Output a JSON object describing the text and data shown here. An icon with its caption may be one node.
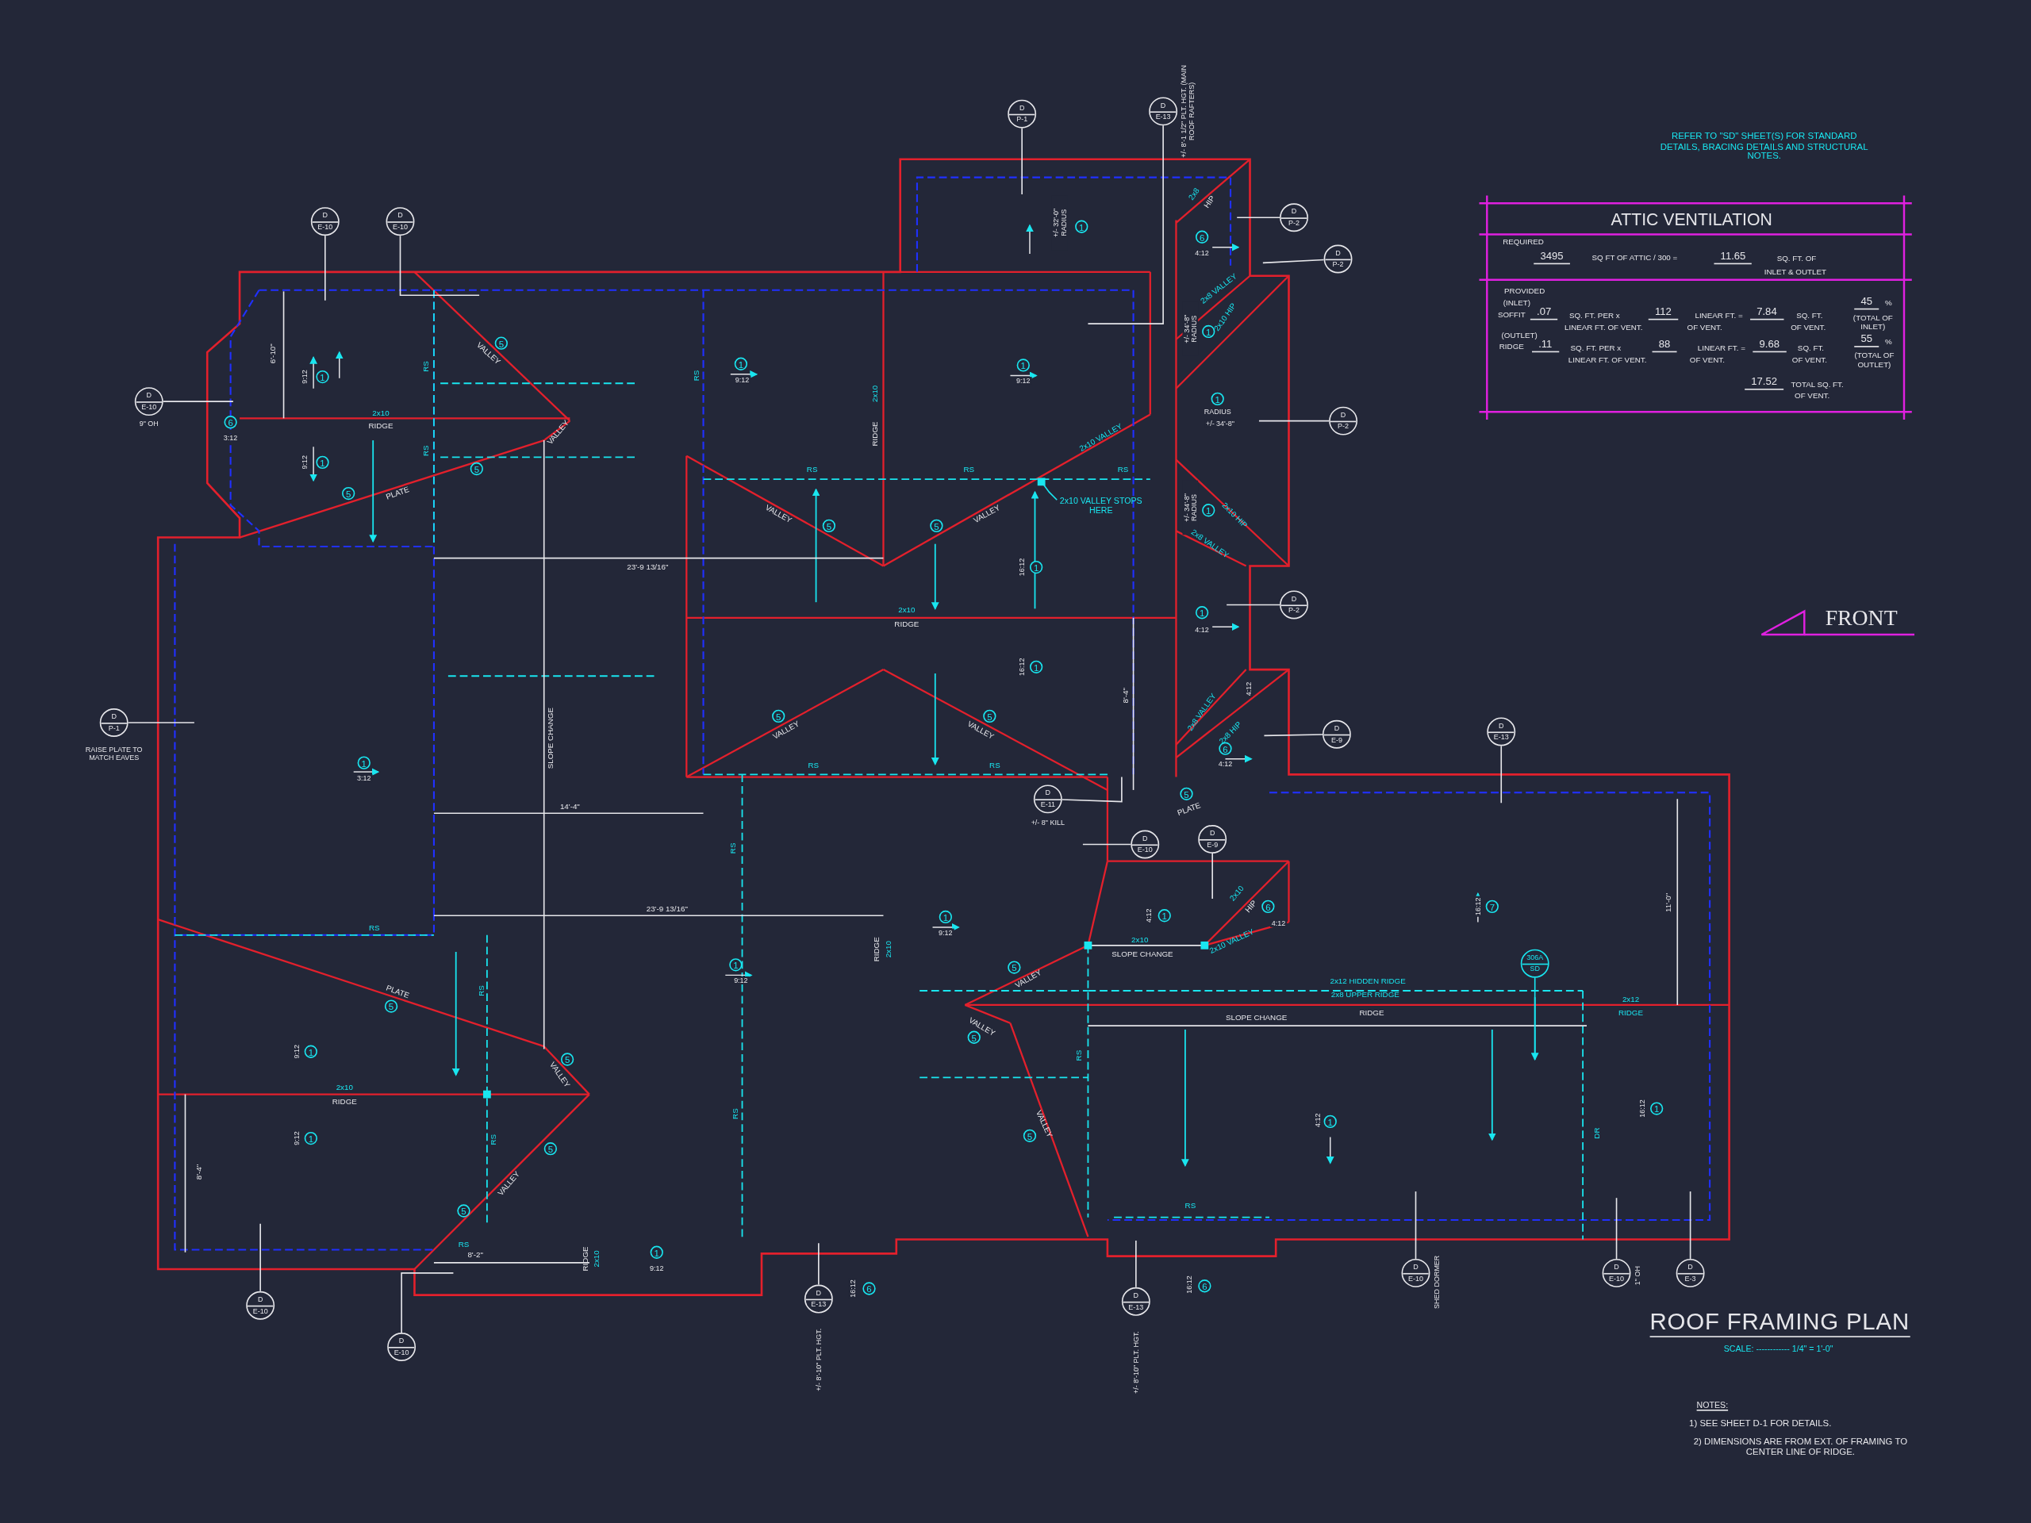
{
  "diagram": {
    "title": "ROOF FRAMING PLAN",
    "nodes": [
      {
        "text": [
          "D",
          "E-10"
        ]
      },
      {
        "text": [
          "D",
          "E-10"
        ]
      },
      {
        "text": [
          "D",
          "E-10"
        ],
        "beside": [
          "9\" OH"
        ]
      },
      {
        "text": [
          "D",
          "P-1"
        ],
        "beside": [
          "RAISE PLATE TO MATCH EAVES"
        ]
      },
      {
        "text": [
          "D",
          "P-1"
        ]
      },
      {
        "text": [
          "D",
          "E-13"
        ],
        "beside": [
          "+/- 8'-1 1/2\" PLT. HGT. (MAIN ROOF RAFTERS)"
        ]
      },
      {
        "text": [
          "D",
          "P-2"
        ]
      },
      {
        "text": [
          "D",
          "P-2"
        ]
      },
      {
        "text": [
          "D",
          "P-2"
        ]
      },
      {
        "text": [
          "D",
          "P-2"
        ]
      },
      {
        "text": [
          "D",
          "E-9"
        ]
      },
      {
        "text": [
          "D",
          "E-11"
        ],
        "beside": [
          "+/- 8\" KILL"
        ]
      },
      {
        "text": [
          "D",
          "E-10"
        ]
      },
      {
        "text": [
          "D",
          "E-9"
        ]
      },
      {
        "text": [
          "D",
          "E-13"
        ]
      },
      {
        "text": [
          "306A",
          "SD"
        ]
      },
      {
        "text": [
          "D",
          "E-10"
        ]
      },
      {
        "text": [
          "D",
          "E-10"
        ]
      },
      {
        "text": [
          "D",
          "E-13"
        ],
        "beside": [
          "+/- 8'-10\" PLT. HGT."
        ]
      },
      {
        "text": [
          "D",
          "E-13"
        ],
        "beside": [
          "+/- 8'-10\" PLT. HGT."
        ]
      },
      {
        "text": [
          "D",
          "E-10"
        ],
        "beside": [
          "SHED DORMER"
        ]
      },
      {
        "text": [
          "D",
          "E-10"
        ],
        "beside": [
          "1\" OH"
        ]
      },
      {
        "text": [
          "D",
          "E-3"
        ]
      },
      {
        "text": [
          "2x10 VALLEY STOPS HERE"
        ]
      }
    ],
    "edges": [
      {
        "from": 0,
        "to": null,
        "arrow": "none"
      },
      {
        "from": 1,
        "to": null,
        "arrow": "none"
      },
      {
        "from": 2,
        "to": null,
        "arrow": "none"
      },
      {
        "from": 3,
        "to": null,
        "arrow": "none"
      },
      {
        "from": 4,
        "to": null,
        "arrow": "none"
      },
      {
        "from": 5,
        "to": null,
        "arrow": "none"
      },
      {
        "from": 6,
        "to": null,
        "arrow": "none"
      },
      {
        "from": 7,
        "to": null,
        "arrow": "none"
      },
      {
        "from": 8,
        "to": null,
        "arrow": "none"
      },
      {
        "from": 9,
        "to": null,
        "arrow": "none"
      },
      {
        "from": 10,
        "to": null,
        "arrow": "none"
      },
      {
        "from": 11,
        "to": null,
        "arrow": "none"
      },
      {
        "from": 12,
        "to": null,
        "arrow": "none"
      },
      {
        "from": 13,
        "to": null,
        "arrow": "none"
      },
      {
        "from": 14,
        "to": null,
        "arrow": "none"
      },
      {
        "from": 15,
        "to": null,
        "arrow": "none",
        "color": "#19e6f0"
      },
      {
        "from": 16,
        "to": null,
        "arrow": "none"
      },
      {
        "from": 17,
        "to": null,
        "arrow": "none"
      },
      {
        "from": 18,
        "to": null,
        "arrow": "none"
      },
      {
        "from": 19,
        "to": null,
        "arrow": "none"
      },
      {
        "from": 20,
        "to": null,
        "arrow": "none"
      },
      {
        "from": 21,
        "to": null,
        "arrow": "none"
      },
      {
        "from": 22,
        "to": null,
        "arrow": "none"
      },
      {
        "from": 23,
        "to": null,
        "arrow": "other",
        "color": "#19e6f0"
      }
    ],
    "labels": [
      "REFER TO \"SD\" SHEET(S) FOR STANDARD DETAILS, BRACING DETAILS AND STRUCTURAL NOTES.",
      "ATTIC VENTILATION",
      "REQUIRED",
      "3495",
      "SQ FT OF ATTIC / 300 =",
      "11.65",
      "SQ. FT. OF",
      "INLET & OUTLET",
      "PROVIDED",
      "(INLET)",
      "SOFFIT",
      ".07",
      "SQ. FT. PER x",
      "LINEAR FT. OF VENT.",
      "112",
      "LINEAR FT. =",
      "OF VENT.",
      "7.84",
      "SQ. FT.",
      "OF VENT.",
      "45",
      "%",
      "(TOTAL OF INLET)",
      "(OUTLET)",
      "RIDGE",
      ".11",
      "SQ. FT. PER x",
      "LINEAR FT. OF VENT.",
      "88",
      "LINEAR FT. =",
      "OF VENT.",
      "9.68",
      "SQ. FT.",
      "OF VENT.",
      "55",
      "%",
      "(TOTAL OF OUTLET)",
      "17.52",
      "TOTAL SQ. FT.",
      "OF VENT.",
      "FRONT",
      "6'-10\"",
      "9:12",
      "1",
      "2x10",
      "RIDGE",
      "9:12",
      "1",
      "6",
      "3:12",
      "5",
      "PLATE",
      "5",
      "VALLEY",
      "5",
      "VALLEY",
      "RS",
      "RS",
      "RS",
      "1",
      "9:12",
      "RIDGE",
      "2x10",
      "1",
      "9:12",
      "+/- 32'-0\" RADIUS",
      "1",
      "2x8",
      "HIP",
      "6",
      "4:12",
      "2x8 VALLEY",
      "2x10 HIP",
      "+/- 34'-8\" RADIUS",
      "1",
      "1",
      "RADIUS",
      "+/- 34'-8\"",
      "+/- 34'-8\" RADIUS",
      "1",
      "2x10 HIP",
      "2x8 VALLEY",
      "1",
      "4:12",
      "4:12",
      "2x8 VALLEY",
      "2x8 HIP",
      "6",
      "4:12",
      "RS",
      "RS",
      "2x10 VALLEY",
      "RS",
      "VALLEY",
      "5",
      "5",
      "VALLEY",
      "16:12",
      "1",
      "23'-9 13/16\"",
      "2x10",
      "RIDGE",
      "16:12",
      "1",
      "8'-4\"",
      "5",
      "VALLEY",
      "5",
      "VALLEY",
      "RS",
      "RS",
      "SLOPE CHANGE",
      "1",
      "3:12",
      "5",
      "PLATE",
      "14'-4\"",
      "RS",
      "23'-9 13/16\"",
      "RIDGE",
      "2x10",
      "1",
      "9:12",
      "RS",
      "1",
      "9:12",
      "4:12",
      "1",
      "2x10",
      "HIP",
      "6",
      "4:12",
      "2x10",
      "SLOPE CHANGE",
      "2x10 VALLEY",
      "16:12",
      "7",
      "11'-0\"",
      "5",
      "VALLEY",
      "PLATE",
      "5",
      "RS",
      "9:12",
      "1",
      "5",
      "VALLEY",
      "2x12 HIDDEN RIDGE",
      "2x8 UPPER RIDGE",
      "2x12",
      "RIDGE",
      "RIDGE",
      "VALLEY",
      "5",
      "SLOPE CHANGE",
      "RS",
      "2x10",
      "RIDGE",
      "4:12",
      "1",
      "DR",
      "16:12",
      "1",
      "5",
      "VALLEY",
      "9:12",
      "1",
      "RS",
      "5",
      "RS",
      "8'-4\"",
      "VALLEY",
      "5",
      "RS",
      "RS",
      "8'-2\"",
      "RIDGE",
      "2x10",
      "1",
      "9:12",
      "16:12",
      "6",
      "16:12",
      "6",
      "SCALE: ------------ 1/4\" = 1'-0\"",
      "NOTES:",
      "1) SEE SHEET D-1 FOR DETAILS.",
      "2) DIMENSIONS ARE FROM EXT. OF FRAMING TO CENTER LINE OF RIDGE."
    ]
  }
}
